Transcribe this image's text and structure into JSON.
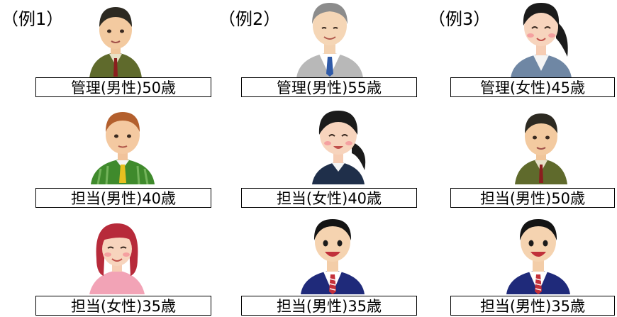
{
  "examples": [
    {
      "title": "（例1）",
      "people": [
        {
          "label": "管理(男性)50歳",
          "avatar": "older-man-olive-jacket"
        },
        {
          "label": "担当(男性)40歳",
          "avatar": "man-green-striped-suit"
        },
        {
          "label": "担当(女性)35歳",
          "avatar": "woman-red-hair-pink-top"
        }
      ]
    },
    {
      "title": "（例2）",
      "people": [
        {
          "label": "管理(男性)55歳",
          "avatar": "grey-haired-man-grey-suit"
        },
        {
          "label": "担当(女性)40歳",
          "avatar": "woman-dark-hair-navy-vest"
        },
        {
          "label": "担当(男性)35歳",
          "avatar": "young-man-navy-suit"
        }
      ]
    },
    {
      "title": "（例3）",
      "people": [
        {
          "label": "管理(女性)45歳",
          "avatar": "woman-ponytail-blue-suit"
        },
        {
          "label": "担当(男性)50歳",
          "avatar": "older-man-olive-jacket"
        },
        {
          "label": "担当(男性)35歳",
          "avatar": "young-man-navy-suit"
        }
      ]
    }
  ]
}
